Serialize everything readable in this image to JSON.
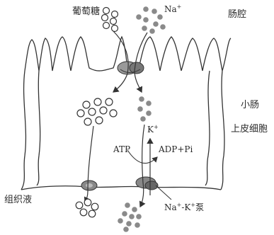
{
  "labels": {
    "glucose_top": "葡萄糖",
    "sodium_top": "Na",
    "sodium_sup": "+",
    "lumen": "肠腔",
    "cell_name_1": "小肠",
    "cell_name_2": "上皮细胞",
    "atp": "ATP",
    "adp": "ADP+Pi",
    "potassium": "K",
    "potassium_sup": "+",
    "tissue_fluid": "组织液",
    "pump_na": "Na",
    "pump_na_sup": "+",
    "pump_dash": "-K",
    "pump_k_sup": "+",
    "pump_word": "泵"
  },
  "colors": {
    "line": "#333333",
    "hollow_fill": "#ffffff",
    "solid_dot": "#8a8a8a",
    "protein": "#777777"
  }
}
